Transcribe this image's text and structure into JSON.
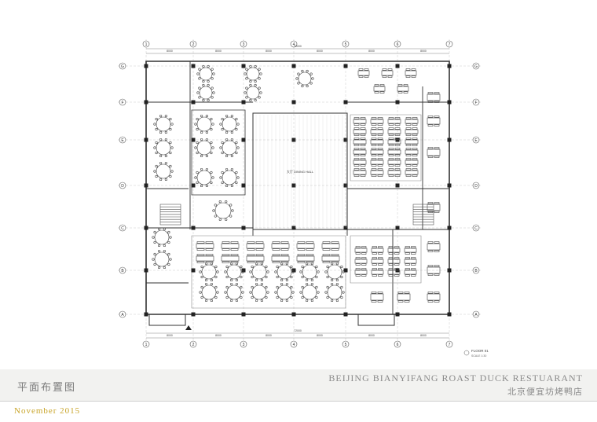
{
  "title_cn": "平面布置图",
  "title_en": "BEIJING BIANYIFANG ROAST DUCK RESTUARANT",
  "title_cn2": "北京便宜坊烤鸭店",
  "date": "November 2015",
  "floor_label": "FLOOR 01",
  "scale_label": "SCALE 1:30",
  "column_labels": [
    "1",
    "2",
    "3",
    "4",
    "5",
    "6",
    "7"
  ],
  "row_labels": [
    "A",
    "B",
    "C",
    "D",
    "E",
    "F",
    "G"
  ],
  "top_dims": [
    "8000",
    "8000",
    "8000",
    "8000",
    "8000",
    "8000"
  ],
  "overall_dim": "72000",
  "hall_label": "大厅 DINING HALL",
  "colors": {
    "line": "#333333",
    "axis": "#555555",
    "band": "#f2f2f0",
    "accent": "#c8a428"
  }
}
